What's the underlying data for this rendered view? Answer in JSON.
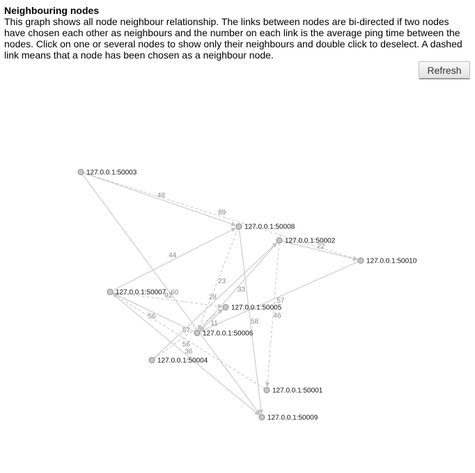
{
  "header": {
    "title": "Neighbouring nodes",
    "description": "This graph shows all node neighbour relationship. The links between nodes are bi-directed if two nodes have chosen each other as neighbours and the number on each link is the average ping time between the nodes. Click on one or several nodes to show only their neighbours and double click to deselect. A dashed link means that a node has been chosen as a neighbour node."
  },
  "toolbar": {
    "refresh_label": "Refresh"
  },
  "graph": {
    "nodes": [
      {
        "id": "127.0.0.1:50003"
      },
      {
        "id": "127.0.0.1:50008"
      },
      {
        "id": "127.0.0.1:50002"
      },
      {
        "id": "127.0.0.1:50010"
      },
      {
        "id": "127.0.0.1:50007"
      },
      {
        "id": "127.0.0.1:50005"
      },
      {
        "id": "127.0.0.1:50006"
      },
      {
        "id": "127.0.0.1:50004"
      },
      {
        "id": "127.0.0.1:50001"
      },
      {
        "id": "127.0.0.1:50009"
      }
    ],
    "links": [
      {
        "source": "127.0.0.1:50003",
        "target": "127.0.0.1:50008",
        "weight": "48"
      },
      {
        "source": "127.0.0.1:50003",
        "target": "127.0.0.1:50010",
        "weight": "89"
      },
      {
        "source": "127.0.0.1:50003",
        "target": "127.0.0.1:50009",
        "weight": "60"
      },
      {
        "source": "127.0.0.1:50007",
        "target": "127.0.0.1:50008",
        "weight": "44"
      },
      {
        "source": "127.0.0.1:50007",
        "target": "127.0.0.1:50005",
        "weight": "92"
      },
      {
        "source": "127.0.0.1:50007",
        "target": "127.0.0.1:50009",
        "weight": "36"
      },
      {
        "source": "127.0.0.1:50002",
        "target": "127.0.0.1:50010",
        "weight": "22"
      },
      {
        "source": "127.0.0.1:50008",
        "target": "127.0.0.1:50006",
        "weight": "23"
      },
      {
        "source": "127.0.0.1:50008",
        "target": "127.0.0.1:50009",
        "weight": "58"
      },
      {
        "source": "127.0.0.1:50002",
        "target": "127.0.0.1:50006",
        "weight": "33"
      },
      {
        "source": "127.0.0.1:50002",
        "target": "127.0.0.1:50001",
        "weight": "46"
      },
      {
        "source": "127.0.0.1:50010",
        "target": "127.0.0.1:50006",
        "weight": "57"
      },
      {
        "source": "127.0.0.1:50005",
        "target": "127.0.0.1:50006",
        "weight": "11"
      },
      {
        "source": "127.0.0.1:50004",
        "target": "127.0.0.1:50005",
        "weight": "57"
      },
      {
        "source": "127.0.0.1:50004",
        "target": "127.0.0.1:50002",
        "weight": "28"
      },
      {
        "source": "127.0.0.1:50006",
        "target": "127.0.0.1:50007",
        "weight": "56"
      },
      {
        "source": "127.0.0.1:50001",
        "target": "127.0.0.1:50007",
        "weight": "56"
      }
    ]
  }
}
